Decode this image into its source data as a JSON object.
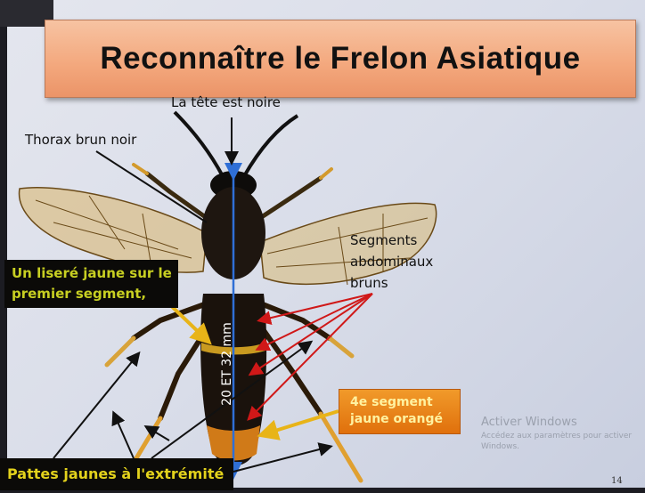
{
  "slide": {
    "title": "Reconnaître le Frelon Asiatique",
    "labels": {
      "head": "La tête est noire",
      "thorax": "Thorax brun noir",
      "segments": [
        "Segments",
        "abdominaux",
        "bruns"
      ],
      "size": "20 ET 32 mm"
    },
    "boxes": {
      "liser": [
        "Un liseré jaune sur le",
        "premier segment,"
      ],
      "segment4": [
        "4e segment",
        "jaune orangé"
      ],
      "pattes": "Pattes jaunes à l'extrémité"
    },
    "page_number": "14"
  },
  "watermark": {
    "title": "Activer Windows",
    "subtitle": "Accédez aux paramètres pour activer Windows."
  },
  "colors": {
    "banner": "#f3a77c",
    "measure_line": "#2f6fd6",
    "red_arrows": "#d01818",
    "yellow_arrows": "#e8b418",
    "label_yellow": "#c7cf22",
    "box_orange": "#e8800f"
  }
}
